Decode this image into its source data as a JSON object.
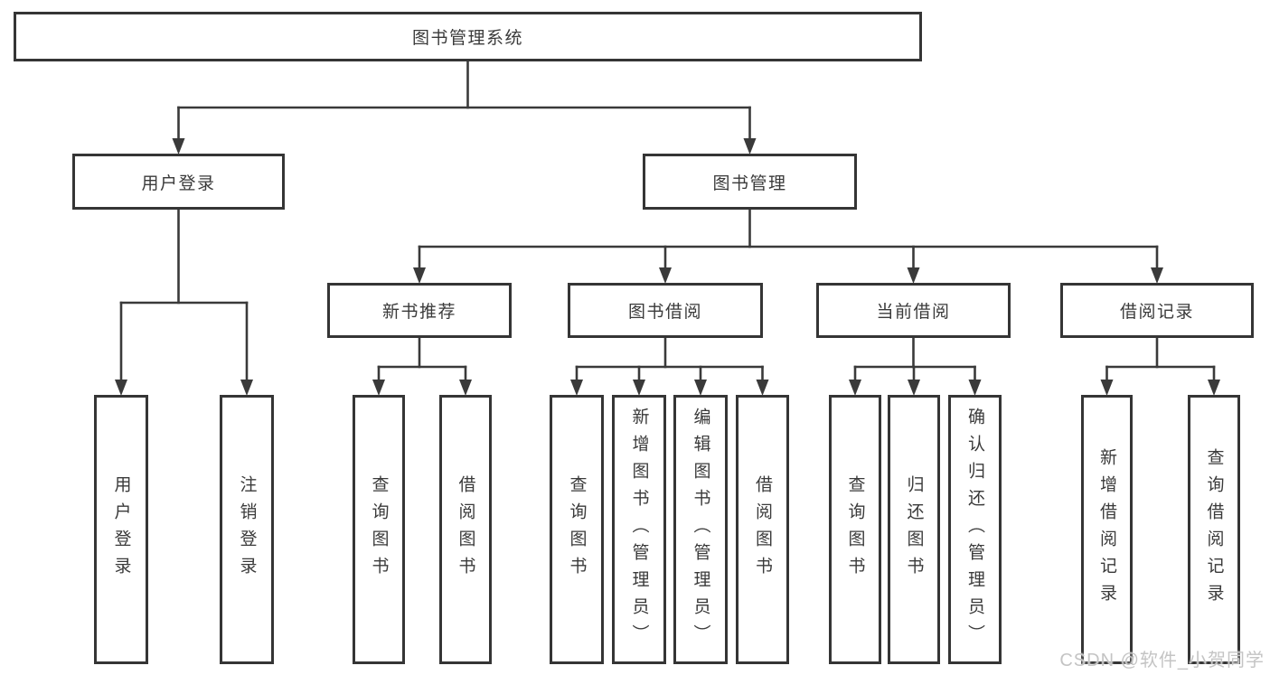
{
  "diagram": {
    "title": "图书管理系统",
    "line_color": "#3a3a3a",
    "box_border_color": "#353535",
    "nodes": {
      "root": {
        "label": "图书管理系统"
      },
      "userLogin": {
        "label": "用户登录"
      },
      "bookMgmt": {
        "label": "图书管理"
      },
      "leafUserLogin": {
        "label": "用户登录"
      },
      "leafLogout": {
        "label": "注销登录"
      },
      "newBooks": {
        "label": "新书推荐"
      },
      "bookBorrow": {
        "label": "图书借阅"
      },
      "currentBorrow": {
        "label": "当前借阅"
      },
      "borrowRecords": {
        "label": "借阅记录"
      },
      "nbQuery": {
        "label": "查询图书"
      },
      "nbBorrow": {
        "label": "借阅图书"
      },
      "bbQuery": {
        "label": "查询图书"
      },
      "bbAdd": {
        "label": "新增图书（管理员）"
      },
      "bbEdit": {
        "label": "编辑图书（管理员）"
      },
      "bbBorrow": {
        "label": "借阅图书"
      },
      "cbQuery": {
        "label": "查询图书"
      },
      "cbReturn": {
        "label": "归还图书"
      },
      "cbConfirm": {
        "label": "确认归还（管理员）"
      },
      "brAdd": {
        "label": "新增借阅记录"
      },
      "brQuery": {
        "label": "查询借阅记录"
      }
    },
    "edges": [
      {
        "from": "root",
        "to": [
          "userLogin",
          "bookMgmt"
        ]
      },
      {
        "from": "userLogin",
        "to": [
          "leafUserLogin",
          "leafLogout"
        ]
      },
      {
        "from": "bookMgmt",
        "to": [
          "newBooks",
          "bookBorrow",
          "currentBorrow",
          "borrowRecords"
        ]
      },
      {
        "from": "newBooks",
        "to": [
          "nbQuery",
          "nbBorrow"
        ]
      },
      {
        "from": "bookBorrow",
        "to": [
          "bbQuery",
          "bbAdd",
          "bbEdit",
          "bbBorrow"
        ]
      },
      {
        "from": "currentBorrow",
        "to": [
          "cbQuery",
          "cbReturn",
          "cbConfirm"
        ]
      },
      {
        "from": "borrowRecords",
        "to": [
          "brAdd",
          "brQuery"
        ]
      }
    ]
  },
  "watermark": {
    "text": "CSDN @软件_小贺同学",
    "color": "#c4c4c4"
  }
}
